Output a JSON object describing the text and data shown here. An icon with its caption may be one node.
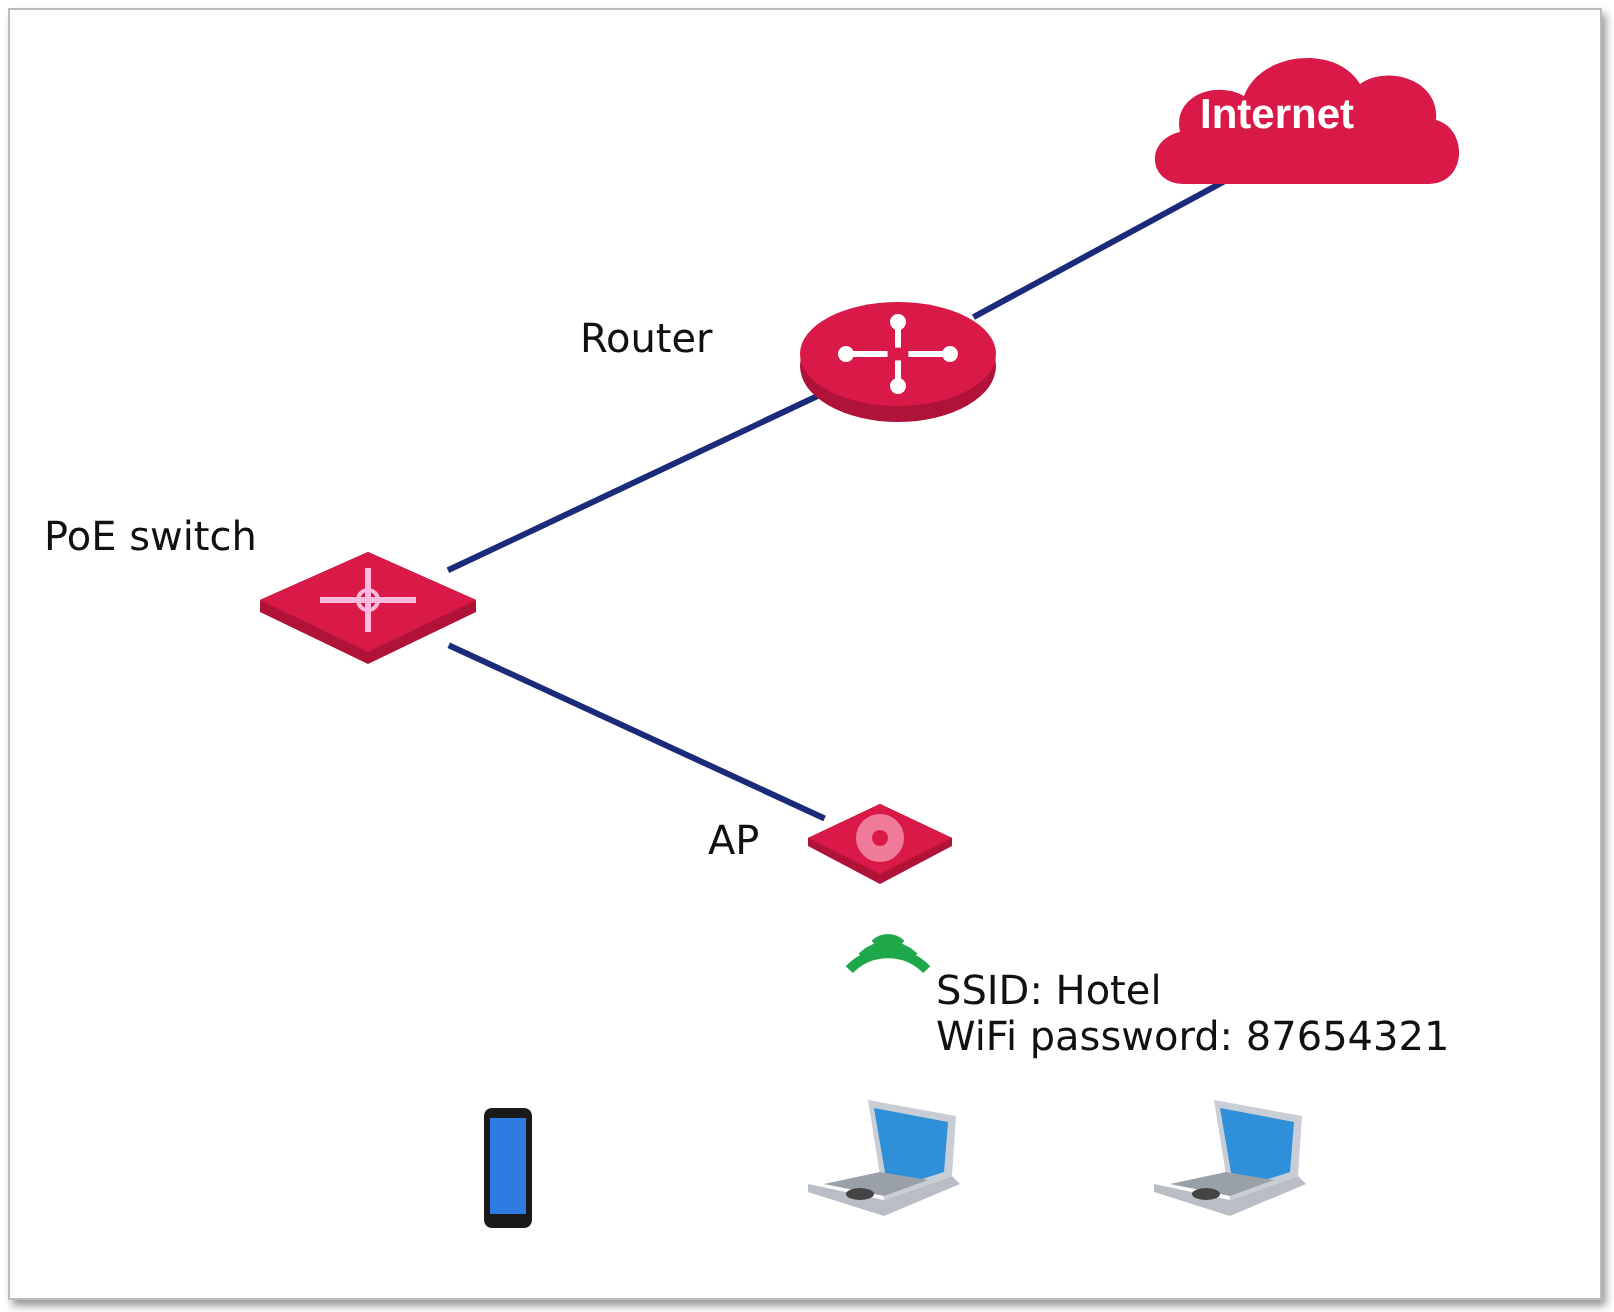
{
  "diagram": {
    "nodes": [
      {
        "text": [
          "Internet"
        ]
      },
      {
        "text": [
          "Router"
        ]
      },
      {
        "text": [
          "PoE switch"
        ]
      },
      {
        "text": [
          "AP"
        ]
      }
    ],
    "edges": [
      {
        "from": 1,
        "to": 0,
        "arrow": "none"
      },
      {
        "from": 2,
        "to": 1,
        "arrow": "none"
      },
      {
        "from": 2,
        "to": 3,
        "arrow": "none"
      }
    ],
    "labels": [
      "SSID: Hotel",
      "WiFi password: 87654321"
    ]
  }
}
